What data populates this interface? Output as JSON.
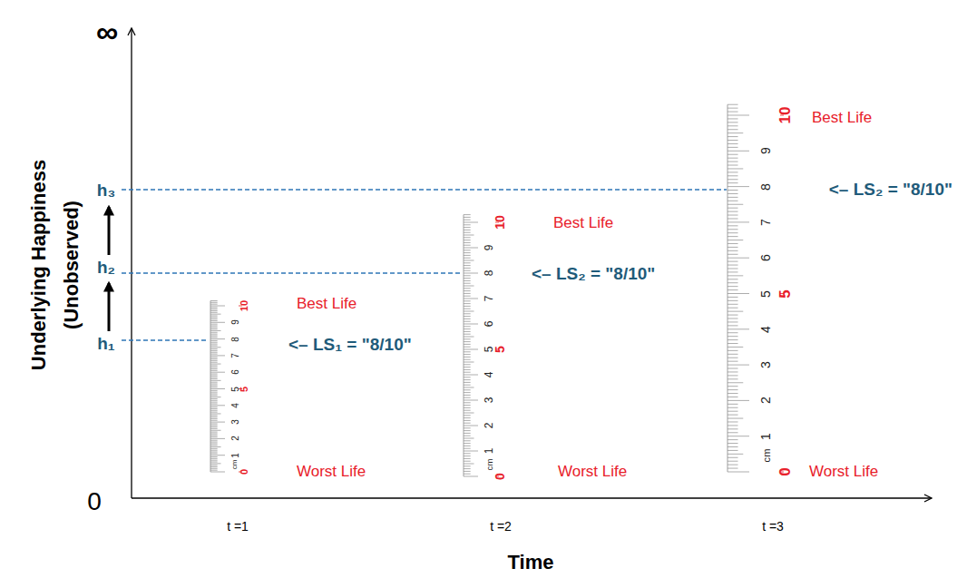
{
  "diagram": {
    "labels": [
      "∞",
      "0",
      "Underlying Happiness",
      "(Unobserved)",
      "h₃",
      "h₂",
      "h₁",
      "1",
      "2",
      "3",
      "4",
      "5",
      "6",
      "7",
      "8",
      "9",
      "cm",
      "0",
      "5",
      "10",
      "Best Life",
      "Worst Life",
      "<– LS₁ = \"8/10\"",
      "t =1",
      "1",
      "2",
      "3",
      "4",
      "5",
      "6",
      "7",
      "8",
      "9",
      "cm",
      "0",
      "5",
      "10",
      "Best Life",
      "Worst Life",
      "<– LS₂ = \"8/10\"",
      "t =2",
      "1",
      "2",
      "3",
      "4",
      "5",
      "6",
      "7",
      "8",
      "9",
      "cm",
      "0",
      "5",
      "10",
      "Best Life",
      "Worst Life",
      "<– LS₂ = \"8/10\"",
      "t =3",
      "Time"
    ]
  }
}
